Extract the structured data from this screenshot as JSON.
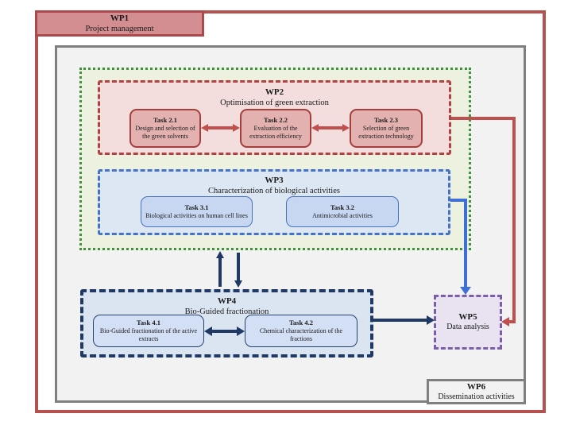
{
  "wp1": {
    "title": "WP1",
    "subtitle": "Project management"
  },
  "wp2": {
    "title": "WP2",
    "subtitle": "Optimisation of green extraction",
    "tasks": [
      {
        "title": "Task 2.1",
        "desc": "Design and selection of the green solvents"
      },
      {
        "title": "Task 2.2",
        "desc": "Evaluation of the extraction efficiency"
      },
      {
        "title": "Task 2.3",
        "desc": "Selection of green extraction technology"
      }
    ]
  },
  "wp3": {
    "title": "WP3",
    "subtitle": "Characterization of biological activities",
    "tasks": [
      {
        "title": "Task 3.1",
        "desc": "Biological activities on human cell lines"
      },
      {
        "title": "Task 3.2",
        "desc": "Antimicrobial activities"
      }
    ]
  },
  "wp4": {
    "title": "WP4",
    "subtitle": "Bio-Guided fractionation",
    "tasks": [
      {
        "title": "Task 4.1",
        "desc": "Bio-Guided fractionation of the active extracts"
      },
      {
        "title": "Task 4.2",
        "desc": "Chemical characterization of the fractions"
      }
    ]
  },
  "wp5": {
    "title": "WP5",
    "subtitle": "Data analysis"
  },
  "wp6": {
    "title": "WP6",
    "subtitle": "Dissemination activities"
  },
  "connections": [
    {
      "from": "task-2-1",
      "to": "task-2-2",
      "style": "red-double-arrow"
    },
    {
      "from": "task-2-2",
      "to": "task-2-3",
      "style": "red-double-arrow"
    },
    {
      "from": "task-4-1",
      "to": "task-4-2",
      "style": "navy-double-arrow"
    },
    {
      "from": "wp4",
      "to": "wp2-wp3-group",
      "style": "navy-arrow-up"
    },
    {
      "from": "wp2-wp3-group",
      "to": "wp4",
      "style": "navy-arrow-down"
    },
    {
      "from": "wp4",
      "to": "wp5",
      "style": "navy-arrow-right"
    },
    {
      "from": "wp3",
      "to": "wp5",
      "style": "blue-elbow-arrow"
    },
    {
      "from": "wp2",
      "to": "wp5",
      "style": "red-elbow-arrow"
    }
  ],
  "colors": {
    "outer_frame": "#b5524f",
    "wp1_fill": "#d28e90",
    "wp1_border": "#ab4a4c",
    "gray_frame": "#7f7f7f",
    "gray_fill": "#f2f2f2",
    "green_dotted": "#3f9140",
    "green_fill": "#ecf1e0",
    "wp2_fill": "#f3dedd",
    "wp2_border": "#b0423f",
    "task_red_fill": "#e2b1b0",
    "wp3_fill": "#dde7f3",
    "wp3_border": "#4472c4",
    "task_blue_fill": "#c7d7f1",
    "wp4_fill": "#dbe5f2",
    "wp4_border": "#1f3864",
    "wp5_fill": "#e9e3f1",
    "wp5_border": "#7b5ea7",
    "arrow_red": "#c0504d",
    "arrow_navy": "#1f3864",
    "arrow_blue": "#3f6ed5"
  }
}
